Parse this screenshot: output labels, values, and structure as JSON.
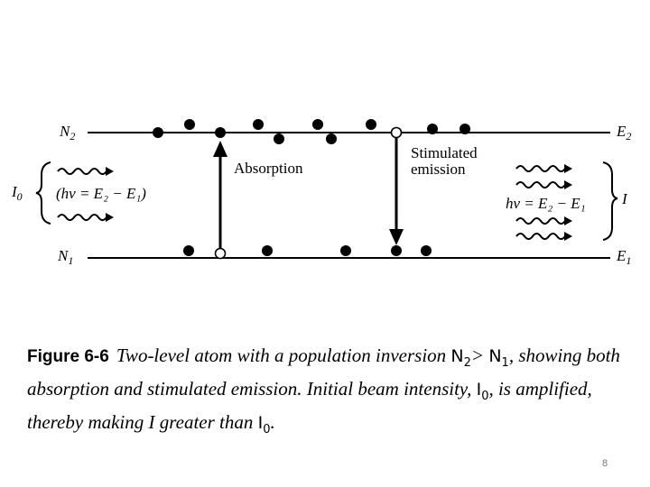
{
  "diagram": {
    "levels": {
      "upper": {
        "label": "N",
        "label_sub": "2",
        "energy": "E",
        "energy_sub": "2"
      },
      "lower": {
        "label": "N",
        "label_sub": "1",
        "energy": "E",
        "energy_sub": "1"
      }
    },
    "process_labels": {
      "absorption": "Absorption",
      "stimulated_line1": "Stimulated",
      "stimulated_line2": "emission"
    },
    "input_beam": {
      "symbol": "I",
      "symbol_sub": "0",
      "relation": "(hν = E₂ − E₁)"
    },
    "output_beam": {
      "symbol": "I",
      "relation": "hν = E₂ − E₁"
    }
  },
  "caption": {
    "figure_number": "Figure 6-6",
    "text_part1": "Two-level atom with a population inversion ",
    "n2": "N",
    "n2_sub": "2",
    "gt": "> ",
    "n1": "N",
    "n1_sub": "1",
    "text_part2": ", showing both absorption and stimulated emission.  Initial beam intensity, ",
    "i0": "I",
    "i0_sub": "0",
    "text_part3": ", is amplified, thereby making I greater than ",
    "i0b": "I",
    "i0b_sub": "0",
    "text_part4": "."
  },
  "page_number": "8"
}
